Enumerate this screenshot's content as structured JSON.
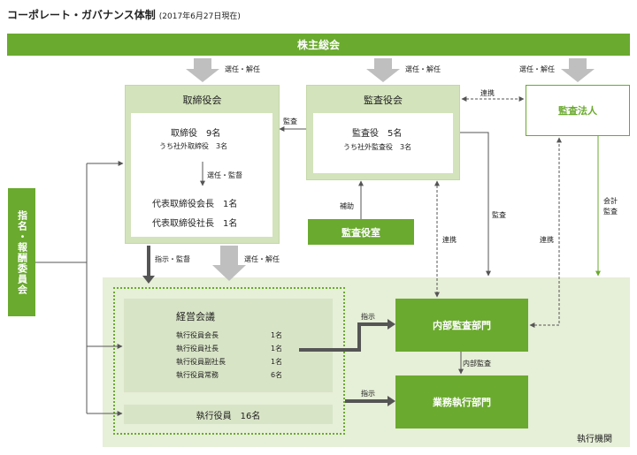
{
  "title": {
    "main": "コーポレート・ガバナンス体制",
    "date": "(2017年6月27日現在)"
  },
  "shareholders": "株主総会",
  "board": {
    "title": "取締役会",
    "members": "取締役　9名",
    "outside": "うち社外取締役　3名",
    "arrow_label": "選任・監督",
    "chairman": "代表取締役会長　1名",
    "president": "代表取締役社長　1名"
  },
  "audit_board": {
    "title": "監査役会",
    "members": "監査役　5名",
    "outside": "うち社外監査役　3名"
  },
  "audit_office": "監査役室",
  "audit_firm": "監査法人",
  "nomination_committee": "指名・報酬委員会",
  "management_meeting": {
    "title": "経営会議",
    "rows": [
      {
        "role": "執行役員会長",
        "count": "1名"
      },
      {
        "role": "執行役員社長",
        "count": "1名"
      },
      {
        "role": "執行役員副社長",
        "count": "1名"
      },
      {
        "role": "執行役員常務",
        "count": "6名"
      }
    ]
  },
  "executive_officers": "執行役員　16名",
  "internal_audit": "内部監査部門",
  "business_exec": "業務執行部門",
  "executive_body": "執行機関",
  "labels": {
    "elect1": "選任・解任",
    "elect2": "選任・解任",
    "elect3": "選任・解任",
    "elect4": "選任・解任",
    "audit_to_board": "監査",
    "coop_firm": "連携",
    "assist": "補助",
    "coop_internal": "連携",
    "audit_down": "監査",
    "coop_firm_internal": "連携",
    "accounting_audit": "会計\n監査",
    "instruct_supervise": "指示・監督",
    "instruct1": "指示",
    "instruct2": "指示",
    "internal_audit_label": "内部監査"
  },
  "colors": {
    "green": "#6aaa2e",
    "light": "#e6efd7",
    "panel": "#d3e3bb",
    "gray_arrow": "#bfbfbf",
    "dark_arrow": "#555555"
  }
}
